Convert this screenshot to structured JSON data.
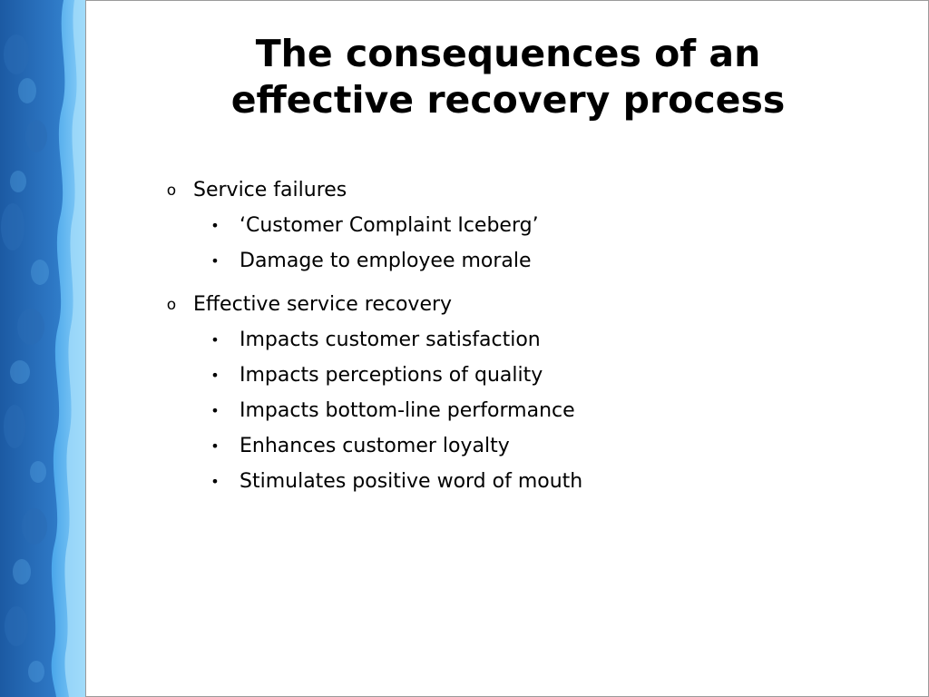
{
  "slide": {
    "title_line1": "The consequences of an",
    "title_line2": "effective recovery process",
    "sections": [
      {
        "label": "Service failures",
        "marker": "o",
        "items": [
          {
            "label": "‘Customer Complaint Iceberg’",
            "marker": "•"
          },
          {
            "label": "Damage to employee morale",
            "marker": "•"
          }
        ]
      },
      {
        "label": "Effective service recovery",
        "marker": "o",
        "items": [
          {
            "label": "Impacts customer satisfaction",
            "marker": "•"
          },
          {
            "label": "Impacts perceptions of quality",
            "marker": "•"
          },
          {
            "label": "Impacts bottom-line performance",
            "marker": "•"
          },
          {
            "label": "Enhances customer loyalty",
            "marker": "•"
          },
          {
            "label": "Stimulates positive word of mouth",
            "marker": "•"
          }
        ]
      }
    ]
  },
  "theme": {
    "side_band_dark": "#1f5fa8",
    "side_band_light": "#6fc2f4",
    "frame_border": "#9a9a9a",
    "text_color": "#000000"
  }
}
